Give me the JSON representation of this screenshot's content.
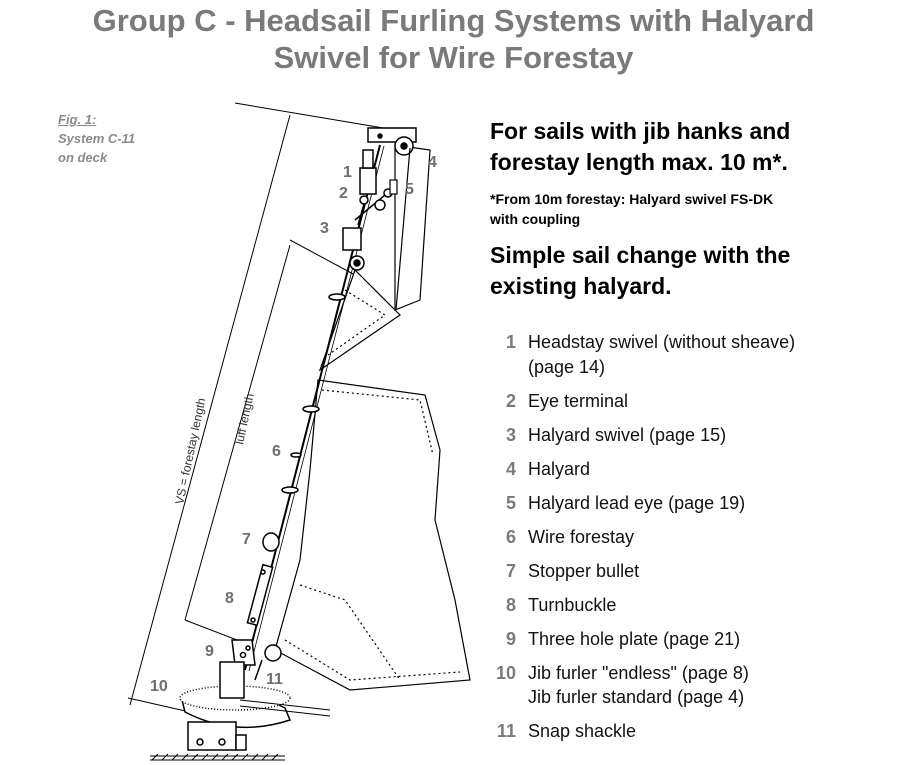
{
  "title": {
    "line1": "Group C - Headsail Furling Systems with Halyard",
    "line2": "Swivel for Wire Forestay"
  },
  "figure_caption": {
    "number": "Fig. 1:",
    "line1": "System C-11",
    "line2": "on deck"
  },
  "headline1": {
    "line1": "For sails with jib hanks and",
    "line2": "forestay length max. 10 m*."
  },
  "footnote": {
    "line1": "*From 10m forestay: Halyard swivel FS-DK",
    "line2": "with coupling"
  },
  "headline2": {
    "line1": "Simple sail change with the",
    "line2": "existing halyard."
  },
  "dimension_labels": {
    "forestay": "VS = forestay length",
    "luff": "luff length"
  },
  "parts": [
    {
      "num": "1",
      "line1": "Headstay swivel (without sheave)",
      "line2": "(page 14)"
    },
    {
      "num": "2",
      "line1": "Eye terminal",
      "line2": ""
    },
    {
      "num": "3",
      "line1": "Halyard swivel (page 15)",
      "line2": ""
    },
    {
      "num": "4",
      "line1": "Halyard",
      "line2": ""
    },
    {
      "num": "5",
      "line1": "Halyard lead eye (page 19)",
      "line2": ""
    },
    {
      "num": "6",
      "line1": "Wire forestay",
      "line2": ""
    },
    {
      "num": "7",
      "line1": "Stopper bullet",
      "line2": ""
    },
    {
      "num": "8",
      "line1": "Turnbuckle",
      "line2": ""
    },
    {
      "num": "9",
      "line1": "Three hole plate (page 21)",
      "line2": ""
    },
    {
      "num": "10",
      "line1": "Jib furler \"endless\" (page 8)",
      "line2": "Jib furler standard (page 4)"
    },
    {
      "num": "11",
      "line1": "Snap shackle",
      "line2": ""
    }
  ],
  "callouts": [
    "1",
    "2",
    "3",
    "4",
    "5",
    "6",
    "7",
    "8",
    "9",
    "10",
    "11"
  ]
}
